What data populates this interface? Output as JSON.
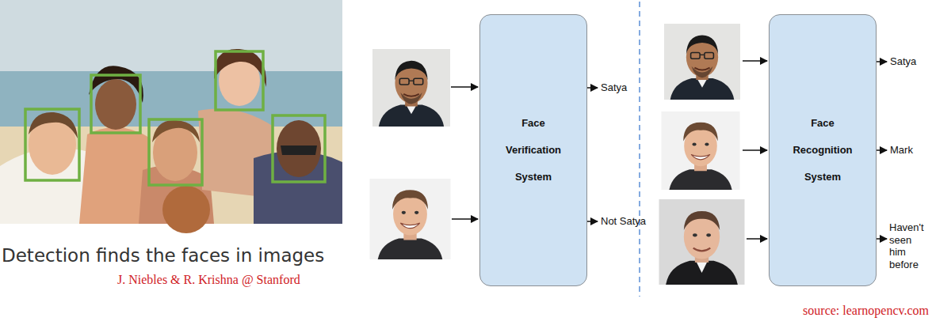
{
  "diagram": {
    "caption": "Detection finds the faces in images",
    "nodes": [
      {
        "text": [
          "Face Verification System"
        ]
      },
      {
        "text": [
          "Face Recognition System"
        ]
      }
    ],
    "labels": [
      "J. Niebles & R. Krishna @ Stanford",
      "Satya",
      "Not Satya",
      "Satya",
      "Mark",
      "Haven't seen him before",
      "source: learnopencv.com"
    ]
  }
}
